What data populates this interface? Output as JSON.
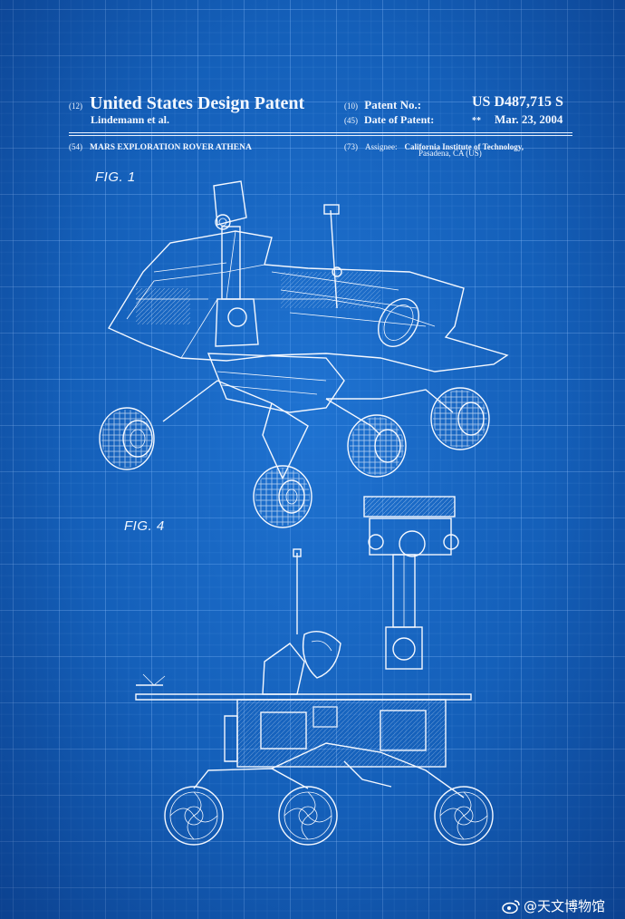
{
  "header": {
    "code_12": "(12)",
    "title": "United States Design Patent",
    "inventors": "Lindemann et al.",
    "code_10": "(10)",
    "patent_no_label": "Patent No.:",
    "patent_no": "US D487,715 S",
    "code_45": "(45)",
    "date_label": "Date of Patent:",
    "date_marker": "**",
    "date": "Mar. 23, 2004",
    "code_54": "(54)",
    "design_title": "MARS EXPLORATION ROVER ATHENA",
    "code_73": "(73)",
    "assignee_label": "Assignee:",
    "assignee_line1": "California Institute of Technology,",
    "assignee_line2": "Pasadena, CA (US)"
  },
  "figures": {
    "fig1_label": "FIG. 1",
    "fig4_label": "FIG. 4"
  },
  "watermark": {
    "text": "@天文博物馆",
    "icon": "weibo-icon"
  },
  "colors": {
    "background": "#1460b8",
    "grid": "#96c8ff",
    "ink": "#f4f8ff"
  }
}
